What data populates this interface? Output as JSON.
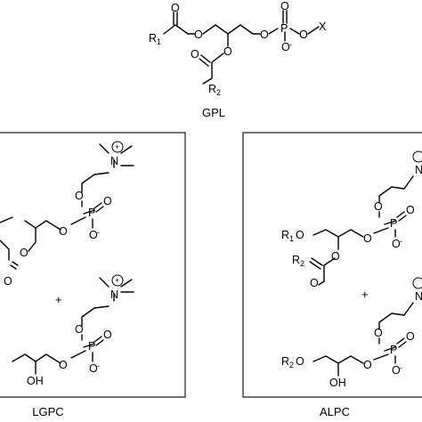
{
  "gpl": {
    "caption": "GPL",
    "r1": "R",
    "r1_sub": "1",
    "r2": "R",
    "r2_sub": "2",
    "o": "O",
    "p": "P",
    "o_minus": "O",
    "minus": "-",
    "x": "X"
  },
  "lgpc": {
    "caption": "LGPC",
    "plus": "+",
    "n": "N",
    "charge": "+",
    "o": "O",
    "p": "P",
    "o_minus": "O",
    "minus": "-",
    "oh": "OH"
  },
  "alpc": {
    "caption": "ALPC",
    "plus": "+",
    "n": "N",
    "charge": "+",
    "r1": "R",
    "r1_sub": "1",
    "r2": "R",
    "r2_sub": "2",
    "o": "O",
    "p": "P",
    "o_minus": "O",
    "minus": "-",
    "oh": "OH"
  }
}
